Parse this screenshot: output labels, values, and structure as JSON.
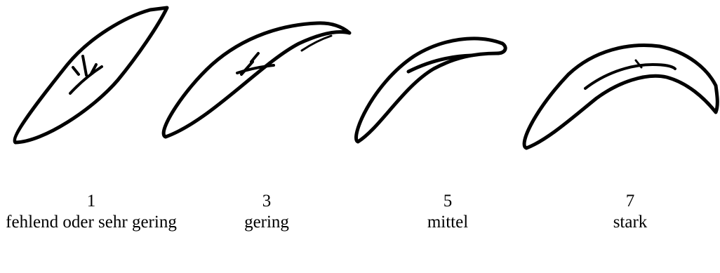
{
  "panels": [
    {
      "code": "1",
      "label": "fehlend oder sehr gering"
    },
    {
      "code": "3",
      "label": "gering"
    },
    {
      "code": "5",
      "label": "mittel"
    },
    {
      "code": "7",
      "label": "stark"
    }
  ]
}
